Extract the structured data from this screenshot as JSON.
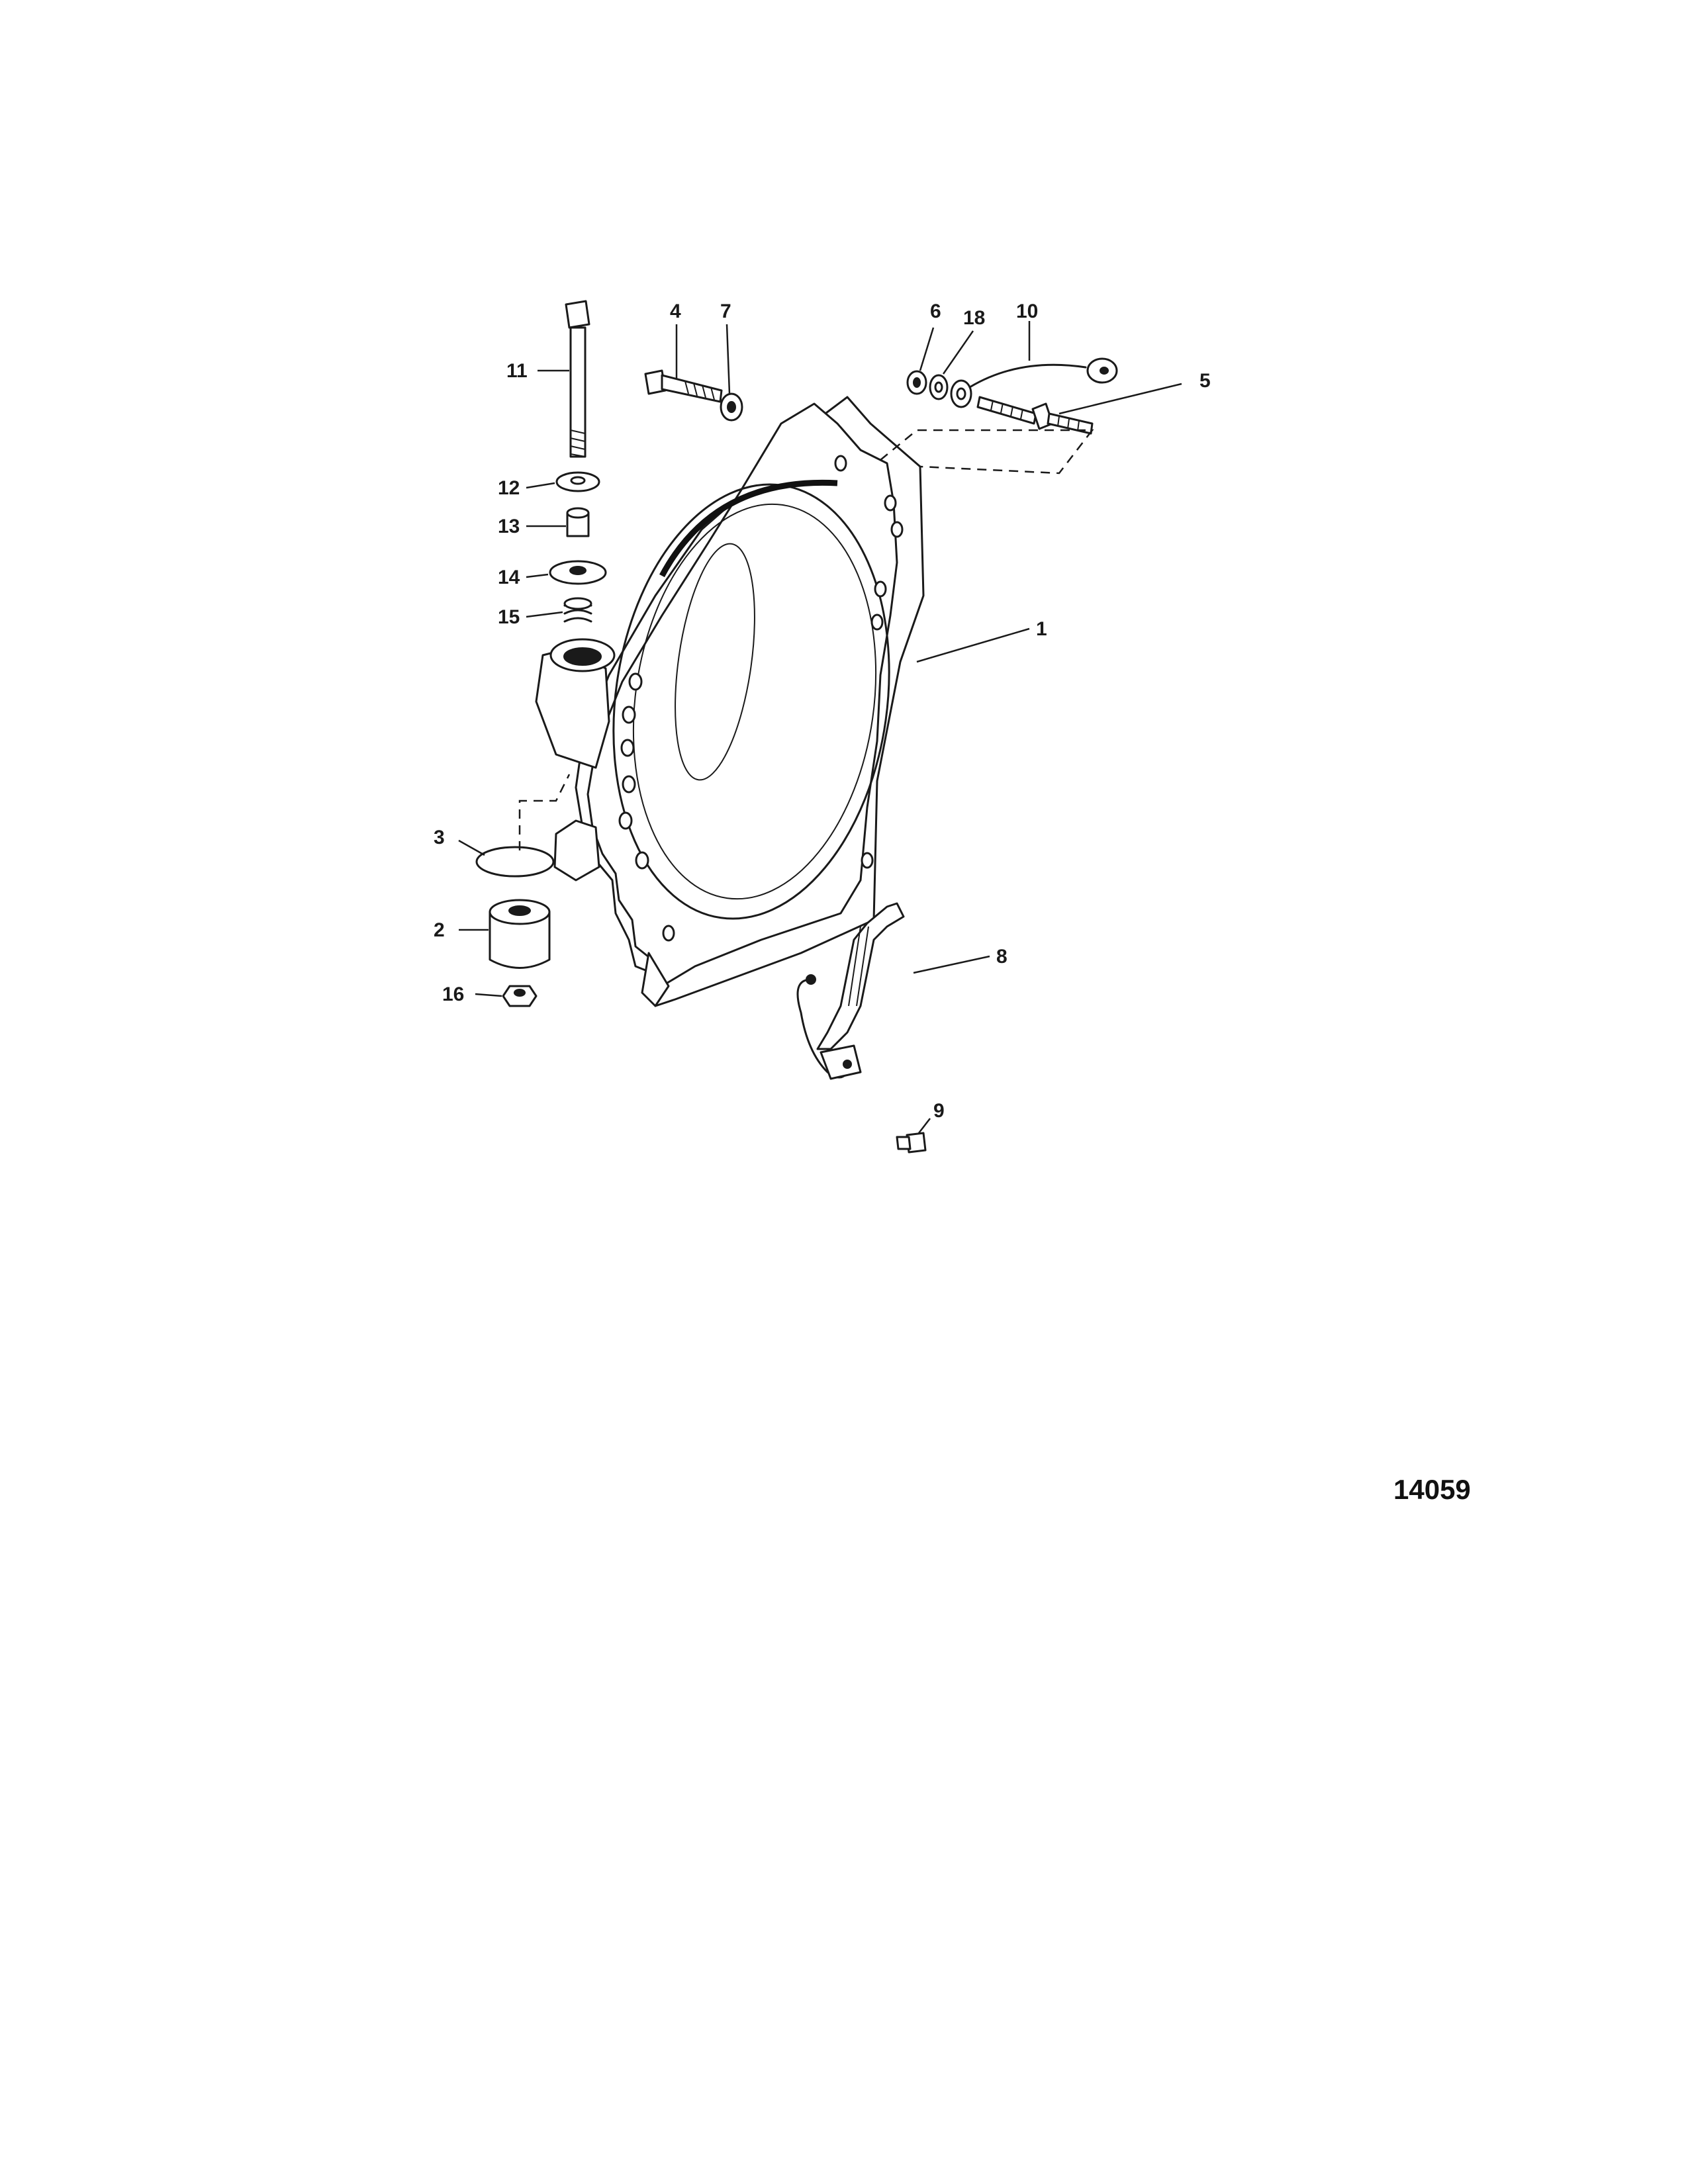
{
  "callouts": [
    {
      "id": "1",
      "label": "1"
    },
    {
      "id": "2",
      "label": "2"
    },
    {
      "id": "3",
      "label": "3"
    },
    {
      "id": "4",
      "label": "4"
    },
    {
      "id": "5",
      "label": "5"
    },
    {
      "id": "6",
      "label": "6"
    },
    {
      "id": "7",
      "label": "7"
    },
    {
      "id": "8",
      "label": "8"
    },
    {
      "id": "9",
      "label": "9"
    },
    {
      "id": "10",
      "label": "10"
    },
    {
      "id": "11",
      "label": "11"
    },
    {
      "id": "12",
      "label": "12"
    },
    {
      "id": "13",
      "label": "13"
    },
    {
      "id": "14",
      "label": "14"
    },
    {
      "id": "15",
      "label": "15"
    },
    {
      "id": "16",
      "label": "16"
    },
    {
      "id": "18",
      "label": "18"
    }
  ],
  "figure_id": "14059"
}
